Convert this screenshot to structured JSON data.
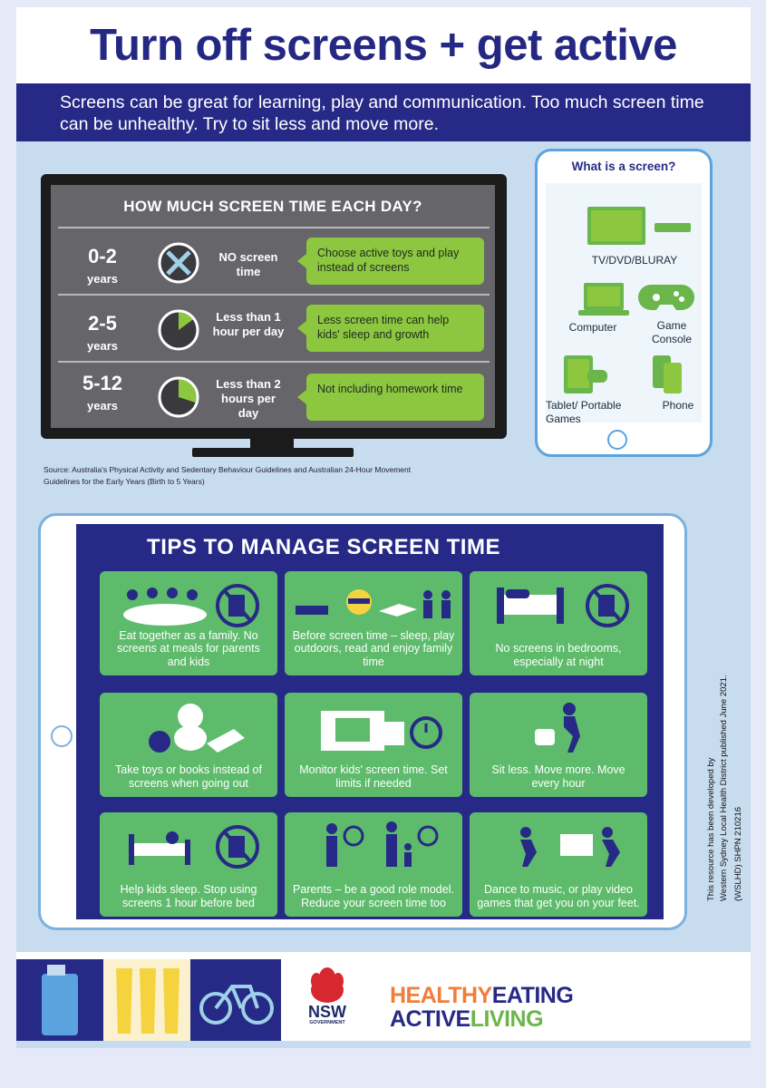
{
  "title": "Turn off screens + get active",
  "subtitle": "Screens can be great for learning, play and communication. Too much screen time can be unhealthy. Try to sit less and move more.",
  "screen_time": {
    "heading": "HOW MUCH SCREEN TIME EACH DAY?",
    "rows": [
      {
        "age": "0-2",
        "unit": "years",
        "limit": "NO screen time",
        "tip": "Choose active toys and play instead of screens"
      },
      {
        "age": "2-5",
        "unit": "years",
        "limit": "Less than 1 hour per day",
        "tip": "Less screen time can help kids' sleep and growth"
      },
      {
        "age": "5-12",
        "unit": "years",
        "limit": "Less than 2 hours per day",
        "tip": "Not including homework time"
      }
    ],
    "source": "Source: Australia's Physical Activity and Sedentary Behaviour Guidelines and Australian 24-Hour Movement Guidelines for the Early Years (Birth to 5 Years)"
  },
  "devices": {
    "title": "What is a screen?",
    "items": [
      "TV/DVD/BLURAY",
      "Computer",
      "Game Console",
      "Tablet/ Portable Games",
      "Phone"
    ]
  },
  "tips": {
    "heading": "TIPS TO MANAGE SCREEN TIME",
    "items": [
      "Eat together as a family. No screens at meals for parents and kids",
      "Before screen time – sleep, play outdoors, read and enjoy family time",
      "No screens in bedrooms, especially at night",
      "Take toys or books instead of screens when going out",
      "Monitor kids' screen time. Set limits if needed",
      "Sit less. Move more. Move every hour",
      "Help kids sleep. Stop using screens 1 hour before bed",
      "Parents – be a good role model. Reduce your screen time too",
      "Dance to music, or play video games that get you on your feet."
    ]
  },
  "credit": {
    "line1": "This resource has been developed by",
    "line2": "Western Sydney Local Health District published June 2021.",
    "code": "(WSLHD) SHPN 210216"
  },
  "footer": {
    "nsw": "NSW",
    "government": "GOVERNMENT",
    "brand_healthy": "HEALTHY",
    "brand_eating": "EATING",
    "brand_active": "ACTIVE",
    "brand_living": "LIVING"
  },
  "colors": {
    "navy": "#262a86",
    "green_tip": "#5dbb6b",
    "lime": "#8dc63f",
    "orange": "#f07e3a",
    "brand_navy": "#262a86",
    "brand_green": "#6ab64b",
    "nsw_red": "#d7282f"
  },
  "clock_fill_fractions": [
    0,
    0.15,
    0.3
  ]
}
